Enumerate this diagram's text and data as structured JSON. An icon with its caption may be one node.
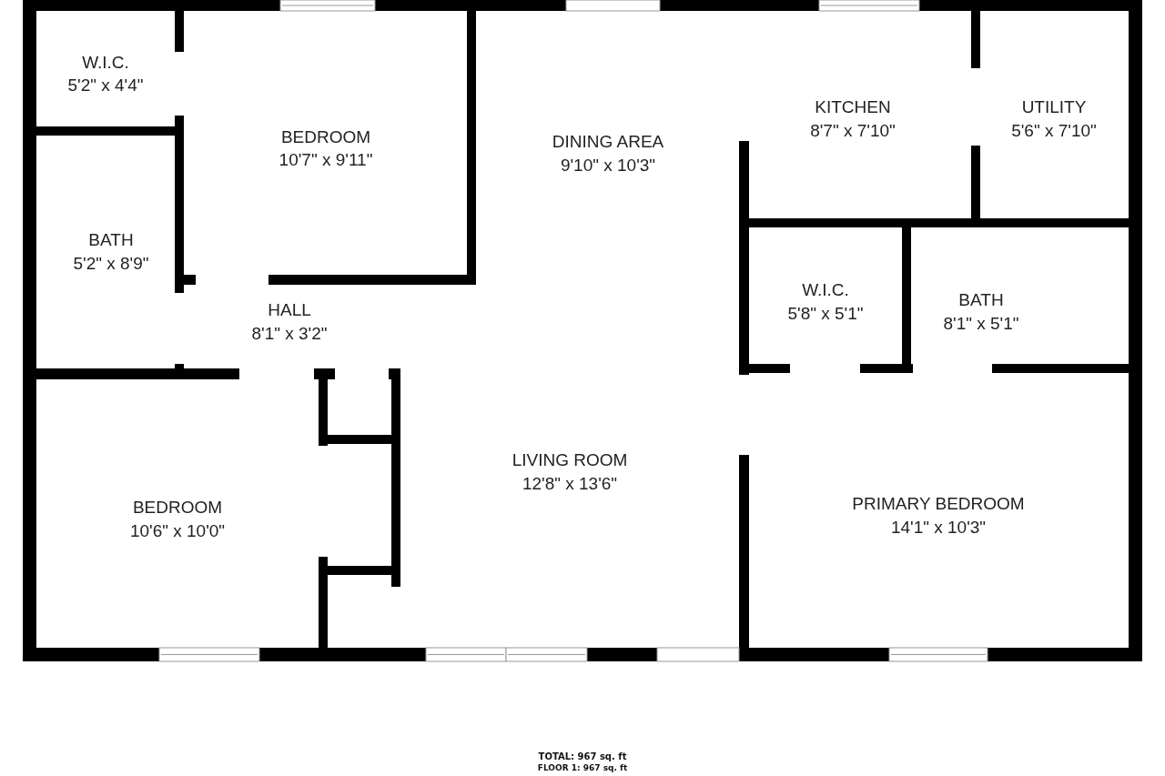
{
  "diagram": {
    "labels": [
      "W.I.C.",
      "5'2\" x 4'4\"",
      "BEDROOM",
      "10'7\" x 9'11\"",
      "DINING AREA",
      "9'10\" x 10'3\"",
      "KITCHEN",
      "8'7\" x 7'10\"",
      "UTILITY",
      "5'6\" x 7'10\"",
      "BATH",
      "5'2\" x 8'9\"",
      "HALL",
      "8'1\" x 3'2\"",
      "W.I.C.",
      "5'8\" x 5'1\"",
      "BATH",
      "8'1\" x 5'1\"",
      "LIVING ROOM",
      "12'8\" x 13'6\"",
      "BEDROOM",
      "10'6\" x 10'0\"",
      "PRIMARY BEDROOM",
      "14'1\" x 10'3\"",
      "TOTAL: 967 sq. ft",
      "FLOOR 1: 967 sq. ft"
    ]
  }
}
